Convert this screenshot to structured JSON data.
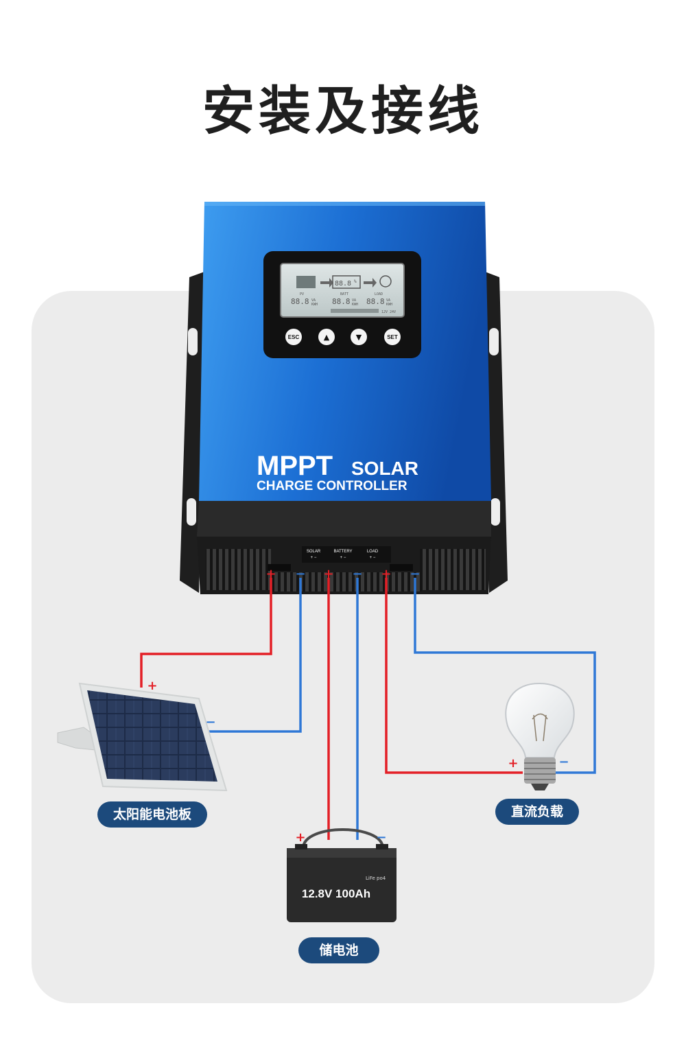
{
  "title": "安装及接线",
  "controller": {
    "brand_line1_big": "MPPT",
    "brand_line1_small": "SOLAR",
    "brand_line2": "CHARGE CONTROLLER",
    "lcd": {
      "pv_label": "PV",
      "batt_label": "BATT",
      "load_label": "LOAD",
      "digits": "88.8",
      "unit_va": "VA",
      "unit_kwh": "KWH",
      "top_percent": "%",
      "voltage_tag": "12V 24V"
    },
    "buttons": {
      "esc": "ESC",
      "up": "▲",
      "down": "▼",
      "set": "SET"
    },
    "terminals": {
      "solar": "SOLAR",
      "battery": "BATTERY",
      "load": "LOAD",
      "polarity": "+  −"
    }
  },
  "wiring": {
    "plus": "+",
    "minus": "−",
    "positive_color": "#e31f26",
    "negative_color": "#2f78d6"
  },
  "components": {
    "solar_panel": "太阳能电池板",
    "battery": "储电池",
    "dc_load": "直流负载",
    "battery_rating": "12.8V 100Ah",
    "battery_chem": "LiFe po4"
  },
  "colors": {
    "controller_blue": "#1c6fd4",
    "label_pill": "#1c4a7c"
  }
}
